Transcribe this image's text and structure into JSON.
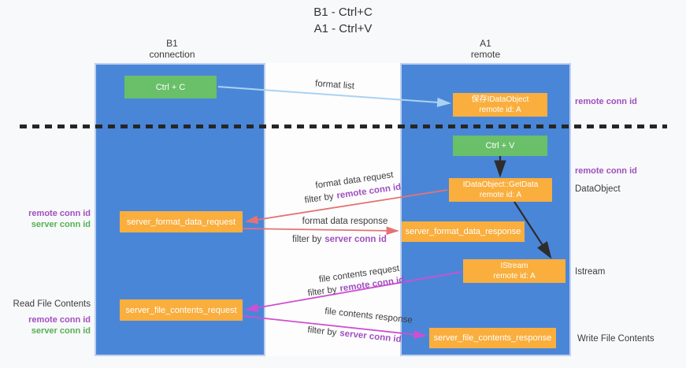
{
  "title": {
    "line1": "B1 - Ctrl+C",
    "line2": "A1 - Ctrl+V"
  },
  "lanes": {
    "left": {
      "name": "B1",
      "role": "connection"
    },
    "right": {
      "name": "A1",
      "role": "remote"
    }
  },
  "nodes": {
    "ctrl_c": {
      "label": "Ctrl + C"
    },
    "ctrl_v": {
      "label": "Ctrl + V"
    },
    "save_idataobject": {
      "line1": "保存IDataObject",
      "line2": "remote id: A"
    },
    "getdata": {
      "line1": "IDataObject::GetData",
      "line2": "remote id: A"
    },
    "istream": {
      "line1": "IStream",
      "line2": "remote id: A"
    },
    "format_request": {
      "label": "server_format_data_request"
    },
    "format_response": {
      "label": "server_format_data_response"
    },
    "file_request": {
      "label": "server_file_contents_request"
    },
    "file_response": {
      "label": "server_file_contents_response"
    }
  },
  "annotations": {
    "remote_conn_id": "remote conn id",
    "server_conn_id": "server conn id",
    "dataobject": "DataObject",
    "istream": "Istream",
    "read_file_contents": "Read File Contents",
    "write_file_contents": "Write File Contents"
  },
  "arrows": {
    "format_list": "format list",
    "format_data_request": "format data request",
    "format_data_response": "format data response",
    "file_contents_request": "file contents request",
    "file_contents_response": "file contents response",
    "filter_by": "filter by"
  },
  "colors": {
    "lane_blue": "#4a86d8",
    "node_green": "#6abf69",
    "node_orange": "#f9ae3d",
    "arrow_blue": "#a9d3f2",
    "arrow_red": "#e57373",
    "arrow_magenta": "#cf4fd0",
    "arrow_black": "#2d2d2d",
    "text_purple": "#a04fc0",
    "text_green": "#55b055"
  }
}
